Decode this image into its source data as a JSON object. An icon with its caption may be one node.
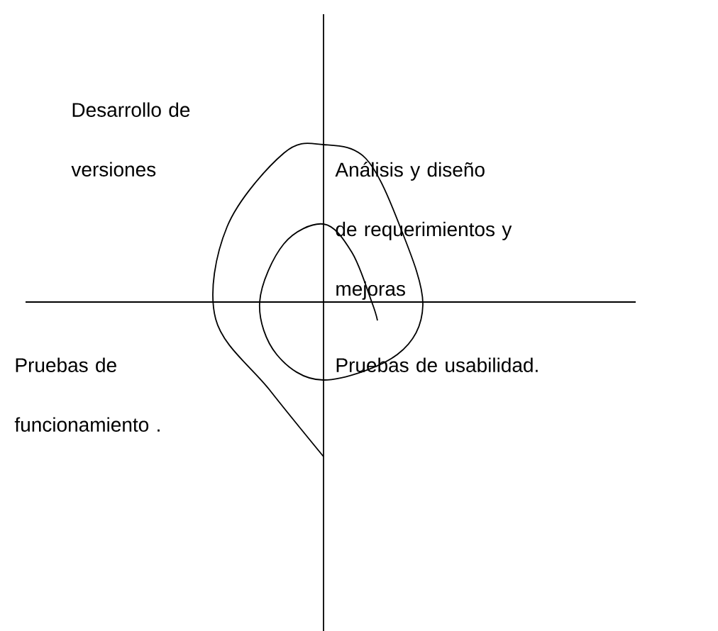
{
  "diagram": {
    "labels": [
      "Desarrollo de versiones",
      "Análisis  y diseño de requerimientos y mejoras",
      "Pruebas de funcionamiento .",
      "Pruebas de usabilidad."
    ]
  }
}
